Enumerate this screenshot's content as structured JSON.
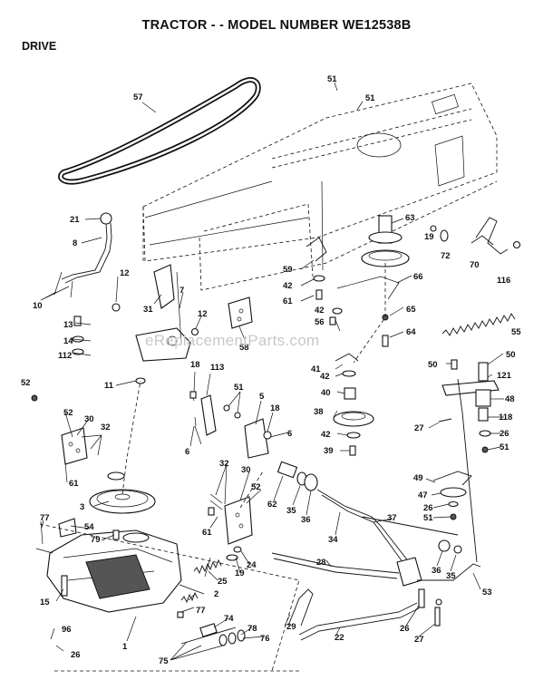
{
  "header": {
    "title": "TRACTOR - - MODEL NUMBER WE12538B",
    "section": "DRIVE"
  },
  "watermark": "eReplacementParts.com",
  "callouts": [
    "57",
    "51",
    "51",
    "63",
    "21",
    "8",
    "12",
    "10",
    "31",
    "7",
    "12",
    "58",
    "19",
    "72",
    "70",
    "116",
    "59",
    "42",
    "61",
    "42",
    "56",
    "66",
    "65",
    "64",
    "55",
    "13",
    "14",
    "112",
    "11",
    "52",
    "52",
    "30",
    "32",
    "61",
    "3",
    "18",
    "113",
    "51",
    "5",
    "18",
    "6",
    "6",
    "41",
    "42",
    "40",
    "38",
    "42",
    "39",
    "50",
    "50",
    "121",
    "48",
    "118",
    "27",
    "26",
    "51",
    "49",
    "47",
    "26",
    "51",
    "32",
    "30",
    "52",
    "61",
    "62",
    "35",
    "36",
    "37",
    "34",
    "77",
    "54",
    "79",
    "15",
    "96",
    "26",
    "1",
    "77",
    "25",
    "19",
    "24",
    "2",
    "74",
    "78",
    "76",
    "75",
    "28",
    "29",
    "22",
    "36",
    "35",
    "53",
    "26",
    "27"
  ]
}
